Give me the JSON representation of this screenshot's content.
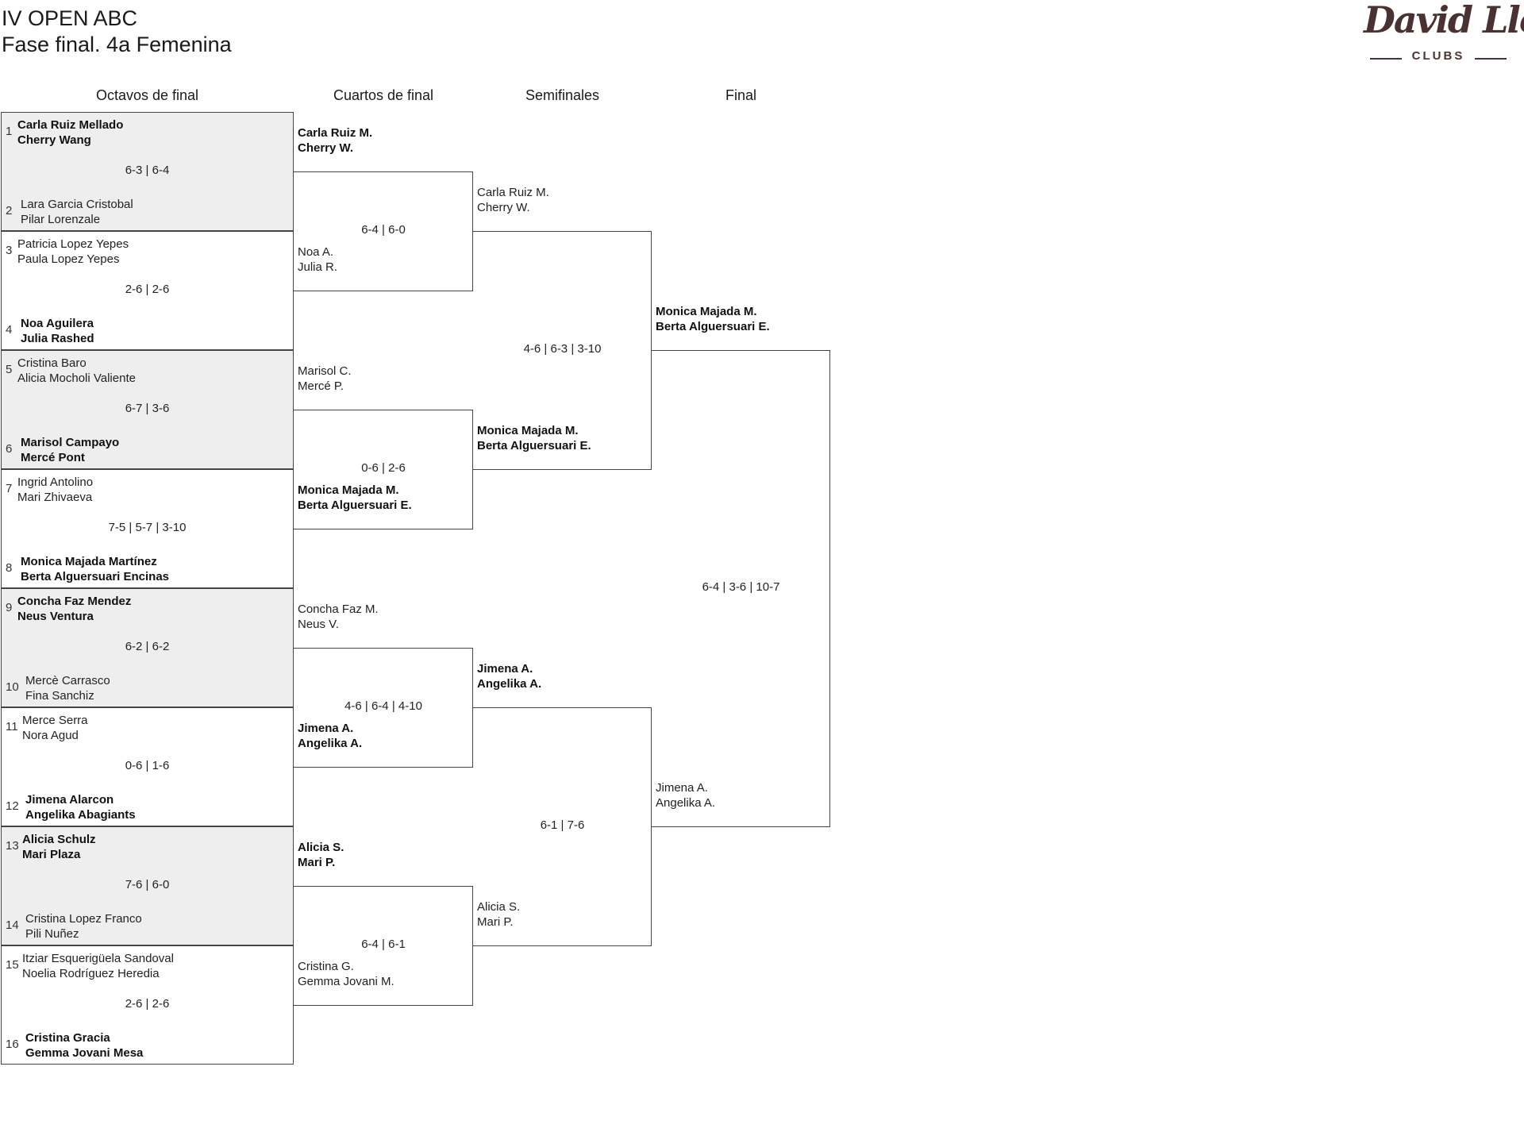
{
  "title": {
    "line1": "IV OPEN ABC",
    "line2": "Fase final. 4a Femenina"
  },
  "logo": {
    "brand": "David Lloyd",
    "sub": "CLUBS"
  },
  "rounds": [
    "Octavos de final",
    "Cuartos de final",
    "Semifinales",
    "Final"
  ],
  "r16": [
    {
      "top_seed": "1",
      "top": [
        "Carla Ruiz Mellado",
        "Cherry Wang"
      ],
      "bottom_seed": "2",
      "bottom": [
        "Lara Garcia Cristobal",
        "Pilar Lorenzale"
      ],
      "score": "6-3 | 6-4",
      "winner": "top"
    },
    {
      "top_seed": "3",
      "top": [
        "Patricia Lopez Yepes",
        "Paula Lopez Yepes"
      ],
      "bottom_seed": "4",
      "bottom": [
        "Noa Aguilera",
        "Julia Rashed"
      ],
      "score": "2-6 | 2-6",
      "winner": "bottom"
    },
    {
      "top_seed": "5",
      "top": [
        "Cristina Baro",
        "Alicia Mocholi Valiente"
      ],
      "bottom_seed": "6",
      "bottom": [
        "Marisol Campayo",
        "Mercé Pont"
      ],
      "score": "6-7 | 3-6",
      "winner": "bottom"
    },
    {
      "top_seed": "7",
      "top": [
        "Ingrid Antolino",
        "Mari Zhivaeva"
      ],
      "bottom_seed": "8",
      "bottom": [
        "Monica Majada Martínez",
        "Berta Alguersuari Encinas"
      ],
      "score": "7-5 | 5-7 | 3-10",
      "winner": "bottom"
    },
    {
      "top_seed": "9",
      "top": [
        "Concha Faz Mendez",
        "Neus Ventura"
      ],
      "bottom_seed": "10",
      "bottom": [
        "Mercè Carrasco",
        "Fina Sanchiz"
      ],
      "score": "6-2 | 6-2",
      "winner": "top"
    },
    {
      "top_seed": "11",
      "top": [
        "Merce Serra",
        "Nora Agud"
      ],
      "bottom_seed": "12",
      "bottom": [
        "Jimena Alarcon",
        "Angelika Abagiants"
      ],
      "score": "0-6 | 1-6",
      "winner": "bottom"
    },
    {
      "top_seed": "13",
      "top": [
        "Alicia Schulz",
        "Mari Plaza"
      ],
      "bottom_seed": "14",
      "bottom": [
        "Cristina Lopez Franco",
        "Pili Nuñez"
      ],
      "score": "7-6 | 6-0",
      "winner": "top"
    },
    {
      "top_seed": "15",
      "top": [
        "Itziar Esquerigüela Sandoval",
        "Noelia Rodríguez Heredia"
      ],
      "bottom_seed": "16",
      "bottom": [
        "Cristina Gracia",
        "Gemma Jovani Mesa"
      ],
      "score": "2-6 | 2-6",
      "winner": "bottom"
    }
  ],
  "qf": [
    {
      "top": [
        "Carla Ruiz M.",
        "Cherry W."
      ],
      "bottom": [
        "Noa A.",
        "Julia R."
      ],
      "score": "6-4 | 6-0",
      "winner": "top"
    },
    {
      "top": [
        "Marisol C.",
        "Mercé P."
      ],
      "bottom": [
        "Monica Majada M.",
        "Berta Alguersuari E."
      ],
      "score": "0-6 | 2-6",
      "winner": "bottom"
    },
    {
      "top": [
        "Concha Faz M.",
        "Neus V."
      ],
      "bottom": [
        "Jimena A.",
        "Angelika A."
      ],
      "score": "4-6 | 6-4 | 4-10",
      "winner": "bottom"
    },
    {
      "top": [
        "Alicia S.",
        "Mari P."
      ],
      "bottom": [
        "Cristina G.",
        "Gemma Jovani M."
      ],
      "score": "6-4 | 6-1",
      "winner": "top"
    }
  ],
  "sf": [
    {
      "top": [
        "Carla Ruiz M.",
        "Cherry W."
      ],
      "bottom": [
        "Monica Majada M.",
        "Berta Alguersuari E."
      ],
      "score": "4-6 | 6-3 | 3-10",
      "winner": "bottom"
    },
    {
      "top": [
        "Jimena A.",
        "Angelika A."
      ],
      "bottom": [
        "Alicia S.",
        "Mari P."
      ],
      "score": "6-1 | 7-6",
      "winner": "top"
    }
  ],
  "final": {
    "top": [
      "Monica Majada M.",
      "Berta Alguersuari E."
    ],
    "bottom": [
      "Jimena A.",
      "Angelika A."
    ],
    "score": "6-4 | 3-6 | 10-7",
    "winner": "top"
  }
}
